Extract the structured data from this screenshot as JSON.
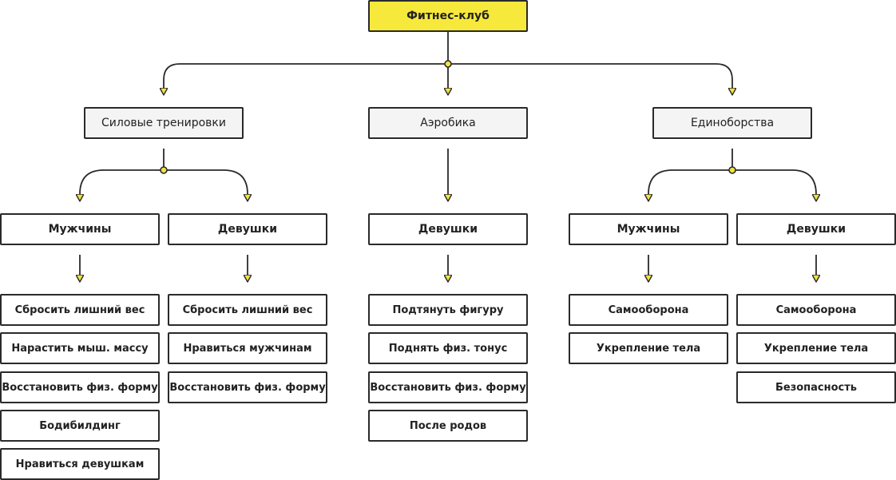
{
  "root": {
    "label": "Фитнес-клуб"
  },
  "categories": [
    {
      "label": "Силовые тренировки",
      "groups": [
        {
          "label": "Мужчины",
          "items": [
            "Сбросить лишний вес",
            "Нарастить мыш. массу",
            "Восстановить физ. форму",
            "Бодибилдинг",
            "Нравиться девушкам"
          ]
        },
        {
          "label": "Девушки",
          "items": [
            "Сбросить лишний вес",
            "Нравиться мужчинам",
            "Восстановить физ. форму"
          ]
        }
      ]
    },
    {
      "label": "Аэробика",
      "groups": [
        {
          "label": "Девушки",
          "items": [
            "Подтянуть фигуру",
            "Поднять физ. тонус",
            "Восстановить физ. форму",
            "После родов"
          ]
        }
      ]
    },
    {
      "label": "Единоборства",
      "groups": [
        {
          "label": "Мужчины",
          "items": [
            "Самооборона",
            "Укрепление тела"
          ]
        },
        {
          "label": "Девушки",
          "items": [
            "Самооборона",
            "Укрепление тела",
            "Безопасность"
          ]
        }
      ]
    }
  ],
  "colors": {
    "root_fill": "#f7e93b",
    "category_fill": "#f4f4f4",
    "arrow_fill": "#f0e241",
    "line": "#2a2a2a"
  }
}
